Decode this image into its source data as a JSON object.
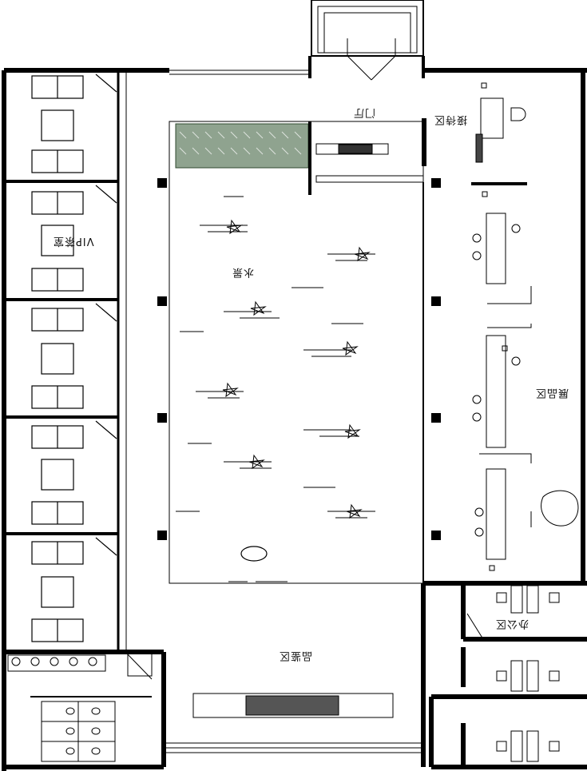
{
  "labels": {
    "gate": "门厅",
    "reception": "接待区",
    "vip": "VIP茶室",
    "water": "水景",
    "display": "展品区",
    "office": "办公区",
    "tasting": "品鉴区"
  },
  "colors": {
    "wall": "#000000",
    "line": "#222222",
    "plant": "#2f4a2f"
  }
}
